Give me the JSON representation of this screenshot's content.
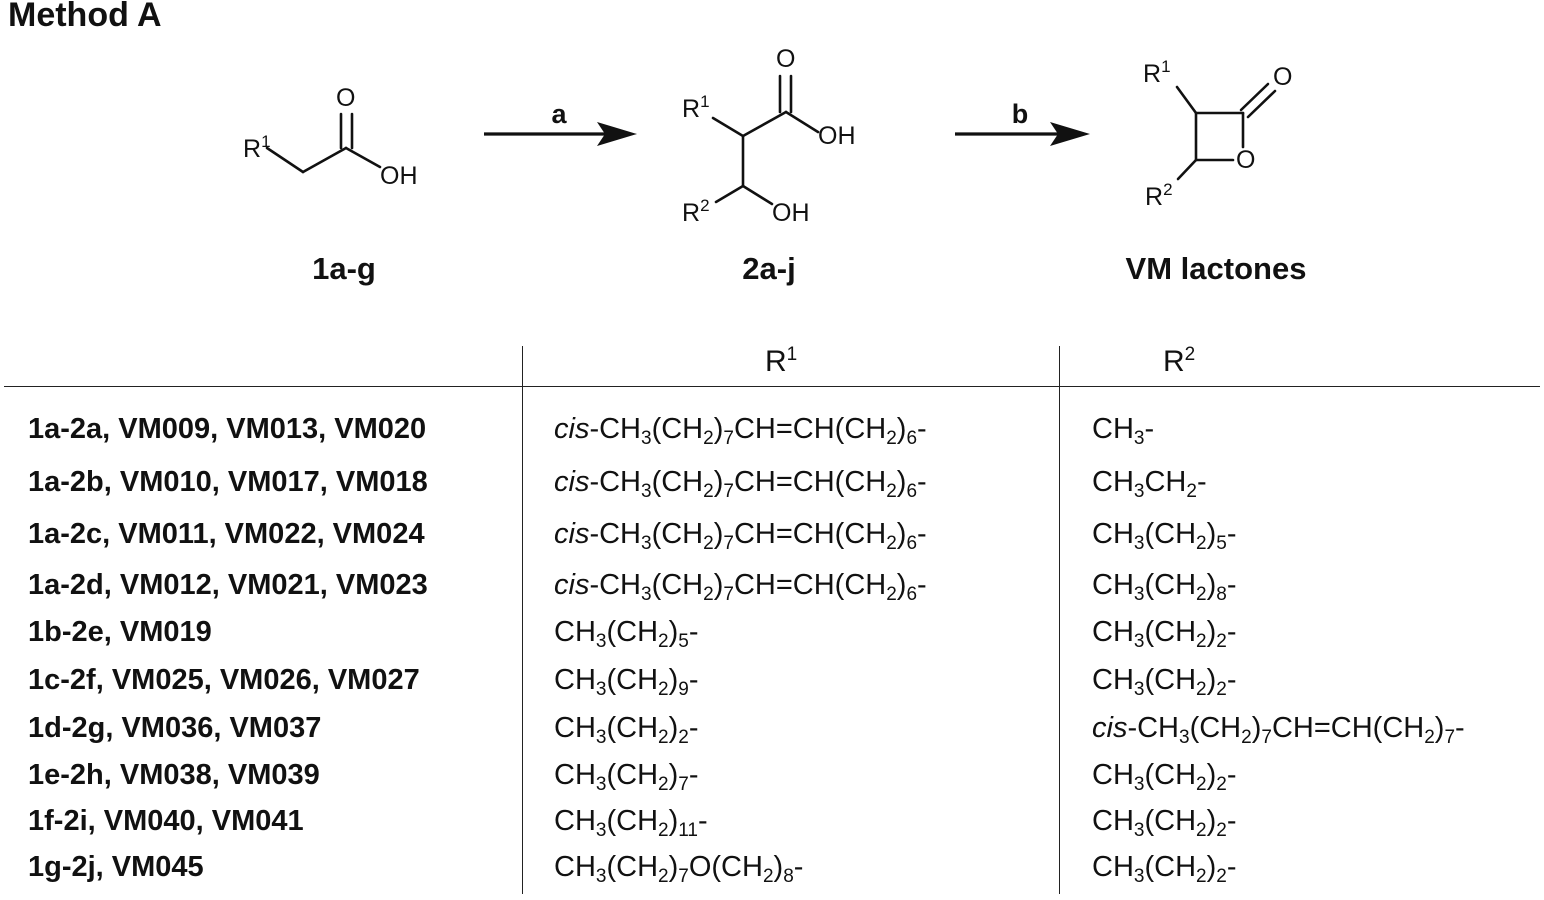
{
  "title": "Method A",
  "scheme": {
    "steps": [
      {
        "label": "a"
      },
      {
        "label": "b"
      }
    ],
    "compounds": [
      {
        "label": "1a-g"
      },
      {
        "label": "2a-j"
      },
      {
        "label": "VM lactones"
      }
    ],
    "atoms": {
      "O": "O",
      "OH": "OH",
      "R": "R",
      "one": "1",
      "two": "2"
    }
  },
  "table": {
    "headers": {
      "r1": {
        "base": "R",
        "sup": "1"
      },
      "r2": {
        "base": "R",
        "sup": "2"
      }
    },
    "rows": [
      {
        "compounds": "1a-2a, VM009, VM013, VM020",
        "r1": [
          {
            "i": "cis"
          },
          {
            "t": "-CH"
          },
          {
            "s": "3"
          },
          {
            "t": "(CH"
          },
          {
            "s": "2"
          },
          {
            "t": ")"
          },
          {
            "s": "7"
          },
          {
            "t": "CH=CH(CH"
          },
          {
            "s": "2"
          },
          {
            "t": ")"
          },
          {
            "s": "6"
          },
          {
            "t": "-"
          }
        ],
        "r2": [
          {
            "t": "CH"
          },
          {
            "s": "3"
          },
          {
            "t": "-"
          }
        ]
      },
      {
        "compounds": "1a-2b, VM010, VM017, VM018",
        "r1": [
          {
            "i": "cis"
          },
          {
            "t": "-CH"
          },
          {
            "s": "3"
          },
          {
            "t": "(CH"
          },
          {
            "s": "2"
          },
          {
            "t": ")"
          },
          {
            "s": "7"
          },
          {
            "t": "CH=CH(CH"
          },
          {
            "s": "2"
          },
          {
            "t": ")"
          },
          {
            "s": "6"
          },
          {
            "t": "-"
          }
        ],
        "r2": [
          {
            "t": "CH"
          },
          {
            "s": "3"
          },
          {
            "t": "CH"
          },
          {
            "s": "2"
          },
          {
            "t": "-"
          }
        ]
      },
      {
        "compounds": "1a-2c, VM011, VM022, VM024",
        "r1": [
          {
            "i": "cis"
          },
          {
            "t": "-CH"
          },
          {
            "s": "3"
          },
          {
            "t": "(CH"
          },
          {
            "s": "2"
          },
          {
            "t": ")"
          },
          {
            "s": "7"
          },
          {
            "t": "CH=CH(CH"
          },
          {
            "s": "2"
          },
          {
            "t": ")"
          },
          {
            "s": "6"
          },
          {
            "t": "-"
          }
        ],
        "r2": [
          {
            "t": "CH"
          },
          {
            "s": "3"
          },
          {
            "t": "(CH"
          },
          {
            "s": "2"
          },
          {
            "t": ")"
          },
          {
            "s": "5"
          },
          {
            "t": "-"
          }
        ]
      },
      {
        "compounds": "1a-2d, VM012, VM021, VM023",
        "r1": [
          {
            "i": "cis"
          },
          {
            "t": "-CH"
          },
          {
            "s": "3"
          },
          {
            "t": "(CH"
          },
          {
            "s": "2"
          },
          {
            "t": ")"
          },
          {
            "s": "7"
          },
          {
            "t": "CH=CH(CH"
          },
          {
            "s": "2"
          },
          {
            "t": ")"
          },
          {
            "s": "6"
          },
          {
            "t": "-"
          }
        ],
        "r2": [
          {
            "t": "CH"
          },
          {
            "s": "3"
          },
          {
            "t": "(CH"
          },
          {
            "s": "2"
          },
          {
            "t": ")"
          },
          {
            "s": "8"
          },
          {
            "t": "-"
          }
        ]
      },
      {
        "compounds": "1b-2e, VM019",
        "r1": [
          {
            "t": "CH"
          },
          {
            "s": "3"
          },
          {
            "t": "(CH"
          },
          {
            "s": "2"
          },
          {
            "t": ")"
          },
          {
            "s": "5"
          },
          {
            "t": "-"
          }
        ],
        "r2": [
          {
            "t": "CH"
          },
          {
            "s": "3"
          },
          {
            "t": "(CH"
          },
          {
            "s": "2"
          },
          {
            "t": ")"
          },
          {
            "s": "2"
          },
          {
            "t": "-"
          }
        ]
      },
      {
        "compounds": "1c-2f, VM025, VM026, VM027",
        "r1": [
          {
            "t": "CH"
          },
          {
            "s": "3"
          },
          {
            "t": "(CH"
          },
          {
            "s": "2"
          },
          {
            "t": ")"
          },
          {
            "s": "9"
          },
          {
            "t": "-"
          }
        ],
        "r2": [
          {
            "t": "CH"
          },
          {
            "s": "3"
          },
          {
            "t": "(CH"
          },
          {
            "s": "2"
          },
          {
            "t": ")"
          },
          {
            "s": "2"
          },
          {
            "t": "-"
          }
        ]
      },
      {
        "compounds": "1d-2g, VM036, VM037",
        "r1": [
          {
            "t": "CH"
          },
          {
            "s": "3"
          },
          {
            "t": "(CH"
          },
          {
            "s": "2"
          },
          {
            "t": ")"
          },
          {
            "s": "2"
          },
          {
            "t": "-"
          }
        ],
        "r2": [
          {
            "i": "cis"
          },
          {
            "t": "-CH"
          },
          {
            "s": "3"
          },
          {
            "t": "(CH"
          },
          {
            "s": "2"
          },
          {
            "t": ")"
          },
          {
            "s": "7"
          },
          {
            "t": "CH=CH(CH"
          },
          {
            "s": "2"
          },
          {
            "t": ")"
          },
          {
            "s": "7"
          },
          {
            "t": "-"
          }
        ]
      },
      {
        "compounds": "1e-2h, VM038, VM039",
        "r1": [
          {
            "t": "CH"
          },
          {
            "s": "3"
          },
          {
            "t": "(CH"
          },
          {
            "s": "2"
          },
          {
            "t": ")"
          },
          {
            "s": "7"
          },
          {
            "t": "-"
          }
        ],
        "r2": [
          {
            "t": "CH"
          },
          {
            "s": "3"
          },
          {
            "t": "(CH"
          },
          {
            "s": "2"
          },
          {
            "t": ")"
          },
          {
            "s": "2"
          },
          {
            "t": "-"
          }
        ]
      },
      {
        "compounds": "1f-2i, VM040, VM041",
        "r1": [
          {
            "t": "CH"
          },
          {
            "s": "3"
          },
          {
            "t": "(CH"
          },
          {
            "s": "2"
          },
          {
            "t": ")"
          },
          {
            "s": "11"
          },
          {
            "t": "-"
          }
        ],
        "r2": [
          {
            "t": "CH"
          },
          {
            "s": "3"
          },
          {
            "t": "(CH"
          },
          {
            "s": "2"
          },
          {
            "t": ")"
          },
          {
            "s": "2"
          },
          {
            "t": "-"
          }
        ]
      },
      {
        "compounds": "1g-2j, VM045",
        "r1": [
          {
            "t": "CH"
          },
          {
            "s": "3"
          },
          {
            "t": "(CH"
          },
          {
            "s": "2"
          },
          {
            "t": ")"
          },
          {
            "s": "7"
          },
          {
            "t": "O(CH"
          },
          {
            "s": "2"
          },
          {
            "t": ")"
          },
          {
            "s": "8"
          },
          {
            "t": "-"
          }
        ],
        "r2": [
          {
            "t": "CH"
          },
          {
            "s": "3"
          },
          {
            "t": "(CH"
          },
          {
            "s": "2"
          },
          {
            "t": ")"
          },
          {
            "s": "2"
          },
          {
            "t": "-"
          }
        ]
      }
    ]
  }
}
